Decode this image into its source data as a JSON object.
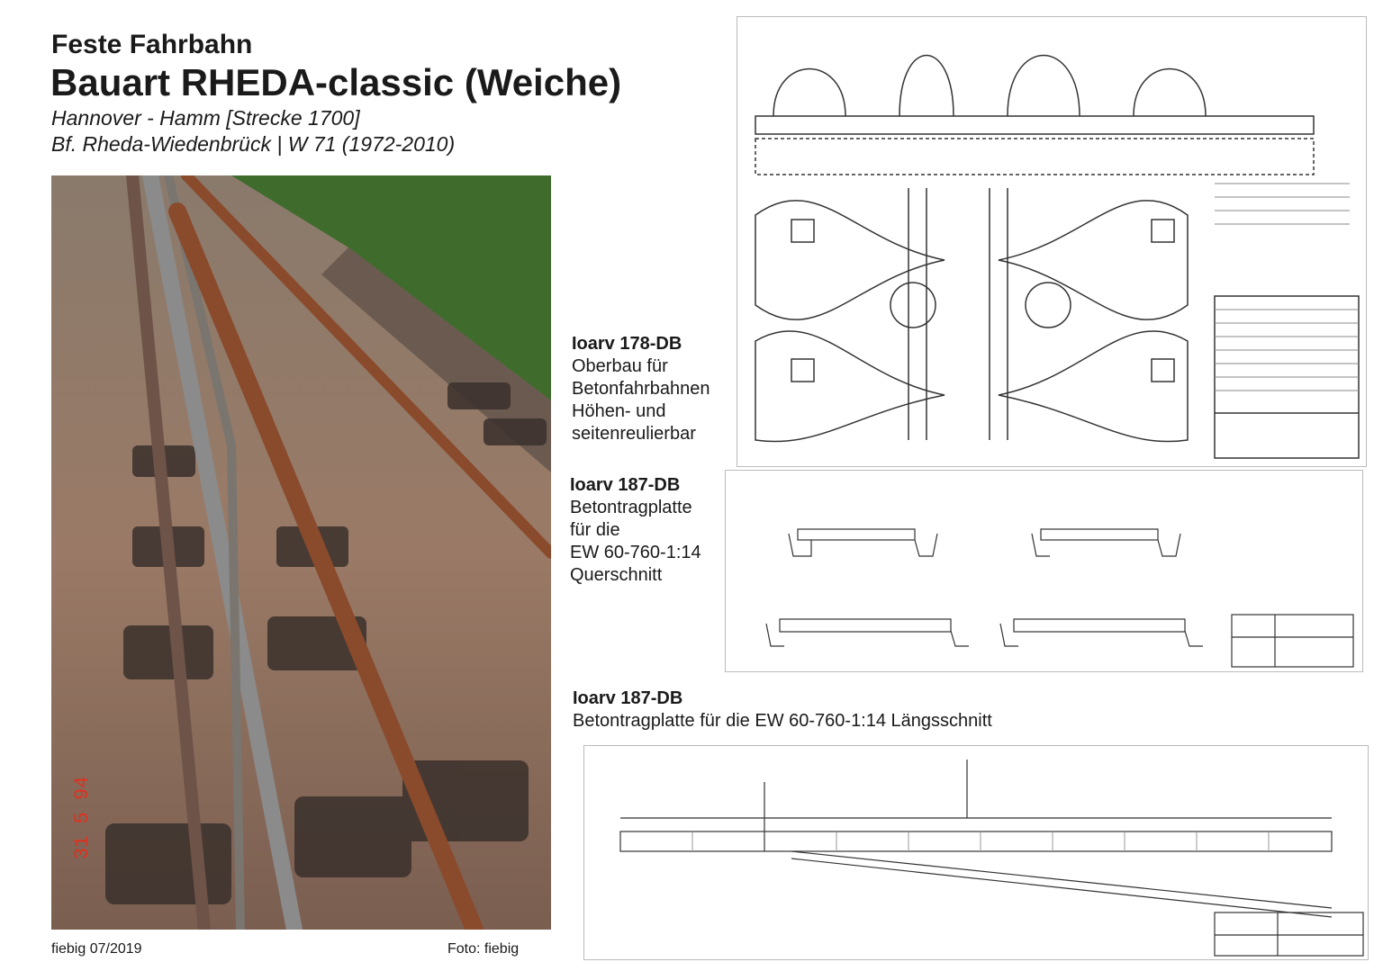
{
  "header": {
    "kicker": "Feste Fahrbahn",
    "title": "Bauart RHEDA-classic (Weiche)",
    "route": "Hannover - Hamm [Strecke 1700]",
    "location": "Bf. Rheda-Wiedenbrück  | W 71 (1972-2010)"
  },
  "photo": {
    "date_stamp": "31 5 94"
  },
  "drawings": [
    {
      "code": "Ioarv 178-DB",
      "lines": [
        "Oberbau für",
        "Betonfahrbahnen",
        "Höhen- und",
        "seitenreulierbar"
      ]
    },
    {
      "code": "Ioarv 187-DB",
      "lines": [
        "Betontragplatte",
        "für die",
        "EW 60-760-1:14",
        "Querschnitt"
      ]
    },
    {
      "code": "Ioarv 187-DB",
      "lines": [
        "Betontragplatte  für die EW 60-760-1:14 Längsschnitt"
      ]
    }
  ],
  "footer": {
    "credit": "fiebig 07/2019",
    "photo_credit": "Foto: fiebig"
  }
}
